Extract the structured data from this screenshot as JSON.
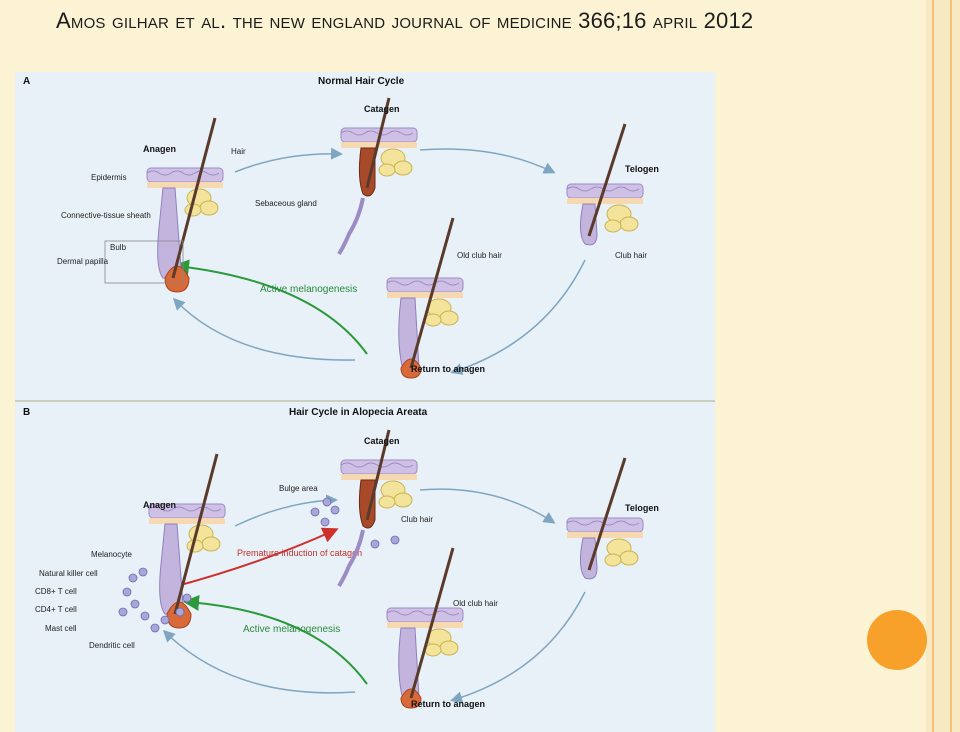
{
  "slide": {
    "title": "Amos gilhar et al. the new england journal of medicine 366;16 april 2012"
  },
  "colors": {
    "background": "#fbf3d3",
    "accent_orange": "#f7a12a",
    "panel_bg": "#e8f1f8",
    "arrow_blue": "#7fa6c0",
    "arrow_green": "#2a9a3a",
    "arrow_red": "#d0302a",
    "skin_purple": "#b7a6d6",
    "gland_yellow": "#f4e39a",
    "hair_brown": "#5a3a2a"
  },
  "panel_a": {
    "letter": "A",
    "title": "Normal Hair Cycle",
    "stages": {
      "anagen": "Anagen",
      "catagen": "Catagen",
      "telogen": "Telogen",
      "return": "Return to anagen"
    },
    "labels": {
      "hair": "Hair",
      "epidermis": "Epidermis",
      "sebaceous": "Sebaceous gland",
      "sheath": "Connective-tissue sheath",
      "bulb": "Bulb",
      "papilla": "Dermal papilla",
      "old_club": "Old club hair",
      "club": "Club hair",
      "melanogenesis": "Active melanogenesis"
    }
  },
  "panel_b": {
    "letter": "B",
    "title": "Hair Cycle in Alopecia Areata",
    "stages": {
      "anagen": "Anagen",
      "catagen": "Catagen",
      "telogen": "Telogen",
      "return": "Return to anagen"
    },
    "labels": {
      "bulge": "Bulge area",
      "club": "Club hair",
      "old_club": "Old club hair",
      "melanocyte": "Melanocyte",
      "nk": "Natural killer cell",
      "cd8": "CD8+ T cell",
      "cd4": "CD4+ T cell",
      "mast": "Mast cell",
      "dendritic": "Dendritic cell",
      "premature": "Premature induction of catagen",
      "melanogenesis": "Active melanogenesis"
    }
  }
}
